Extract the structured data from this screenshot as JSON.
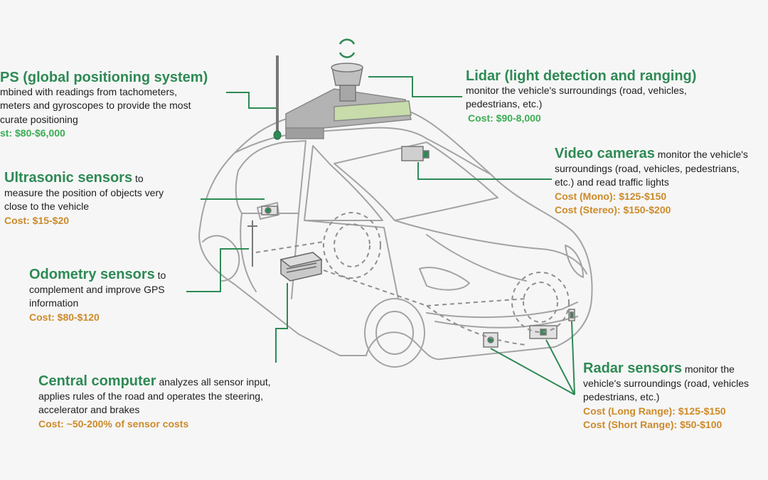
{
  "colors": {
    "accent_green": "#2e8a55",
    "cost_orange": "#cc8a2a",
    "cost_green": "#3aad52",
    "car_outline": "#9a9a9a"
  },
  "gps": {
    "title": "PS (global positioning system)",
    "lines": [
      "mbined with readings from tachometers,",
      "meters and gyroscopes to provide the most",
      "curate positioning"
    ],
    "cost": "st: $80-$6,000"
  },
  "lidar": {
    "title": "Lidar (light detection and ranging)",
    "lines": [
      "monitor the vehicle's surroundings (road, vehicles,",
      "pedestrians, etc.)"
    ],
    "cost": "Cost: $90-8,000"
  },
  "video": {
    "title": "Video cameras",
    "lead": " monitor the vehicle's",
    "lines": [
      "surroundings (road, vehicles, pedestrians,",
      "etc.) and read traffic lights"
    ],
    "costs": [
      "Cost (Mono): $125-$150",
      "Cost (Stereo): $150-$200"
    ]
  },
  "ultrasonic": {
    "title": "Ultrasonic sensors",
    "lead": " to",
    "lines": [
      "measure the position of objects very",
      "close to the vehicle"
    ],
    "cost": "Cost: $15-$20"
  },
  "odometry": {
    "title": "Odometry sensors",
    "lead": " to",
    "lines": [
      "complement and improve GPS",
      "information"
    ],
    "cost": "Cost: $80-$120"
  },
  "computer": {
    "title": "Central computer",
    "lead": " analyzes all sensor input,",
    "lines": [
      "applies rules of the road and operates the steering,",
      "accelerator and brakes"
    ],
    "cost": "Cost: ~50-200% of sensor costs"
  },
  "radar": {
    "title": "Radar sensors",
    "lead": " monitor the",
    "lines": [
      "vehicle's surroundings (road, vehicles",
      "pedestrians, etc.)"
    ],
    "costs": [
      "Cost (Long Range): $125-$150",
      "Cost (Short Range): $50-$100"
    ]
  }
}
